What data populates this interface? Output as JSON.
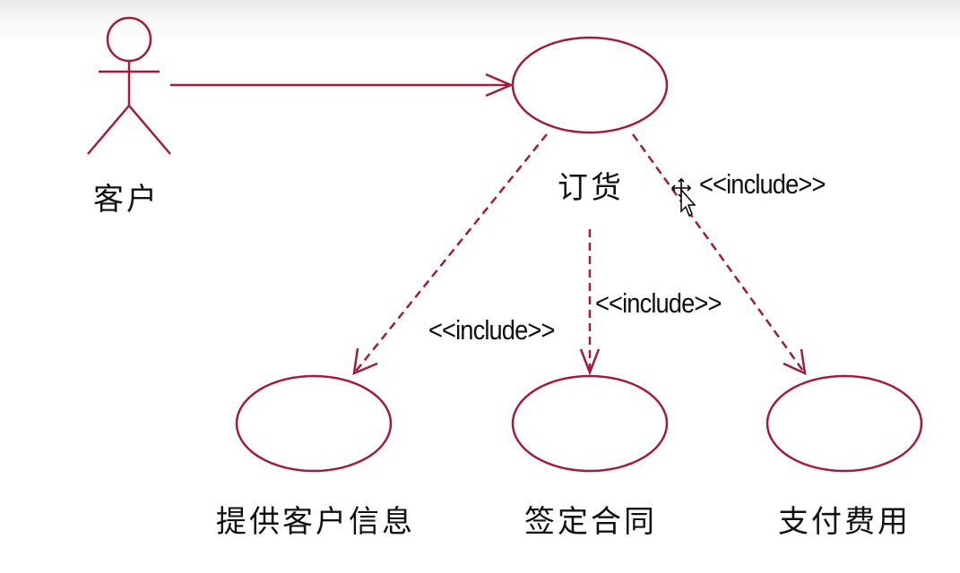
{
  "colors": {
    "line": "#a01c3c",
    "text": "#111111",
    "background": "#ffffff"
  },
  "actor": {
    "label": "客户",
    "icon": "stick-figure-actor-icon"
  },
  "use_cases": {
    "main": "订货",
    "provide_info": "提供客户信息",
    "sign_contract": "签定合同",
    "pay_fee": "支付费用"
  },
  "relations": {
    "include_to_provide_info": "<<include>>",
    "include_to_sign_contract": "<<include>>",
    "include_to_pay_fee": "<<include>>"
  },
  "cursor": {
    "icon": "move-cursor-icon"
  }
}
